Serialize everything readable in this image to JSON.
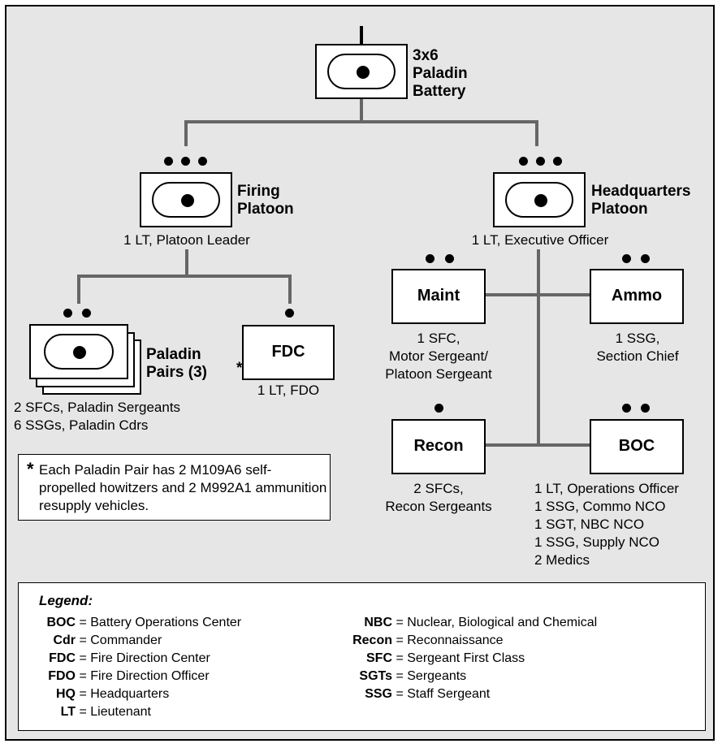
{
  "battery": {
    "label": "3x6\nPaladin\nBattery"
  },
  "firing_platoon": {
    "label": "Firing\nPlatoon",
    "leader": "1 LT, Platoon Leader"
  },
  "hq_platoon": {
    "label": "Headquarters\nPlatoon",
    "leader": "1 LT, Executive Officer"
  },
  "paladin_pairs": {
    "label": "Paladin\nPairs (3)",
    "asterisk": "*",
    "line1": "2 SFCs, Paladin Sergeants",
    "line2": "6 SSGs, Paladin Cdrs"
  },
  "fdc": {
    "label": "FDC",
    "staff": "1 LT, FDO"
  },
  "maint": {
    "label": "Maint",
    "staff": "1 SFC,\nMotor Sergeant/\nPlatoon Sergeant"
  },
  "ammo": {
    "label": "Ammo",
    "staff": "1 SSG,\nSection Chief"
  },
  "recon": {
    "label": "Recon",
    "staff": "2 SFCs,\nRecon Sergeants"
  },
  "boc": {
    "label": "BOC",
    "staff": "1 LT, Operations Officer\n1 SSG, Commo NCO\n1 SGT, NBC NCO\n1 SSG, Supply NCO\n2 Medics"
  },
  "note": {
    "star": "*",
    "text": "Each Paladin Pair has 2 M109A6 self-propelled howitzers and 2 M992A1 ammunition resupply vehicles."
  },
  "legend": {
    "title": "Legend:",
    "left": [
      {
        "abbr": "BOC",
        "def": "= Battery Operations Center"
      },
      {
        "abbr": "Cdr",
        "def": "= Commander"
      },
      {
        "abbr": "FDC",
        "def": "= Fire Direction Center"
      },
      {
        "abbr": "FDO",
        "def": "= Fire Direction Officer"
      },
      {
        "abbr": "HQ",
        "def": "= Headquarters"
      },
      {
        "abbr": "LT",
        "def": "= Lieutenant"
      }
    ],
    "right": [
      {
        "abbr": "NBC",
        "def": "= Nuclear, Biological and Chemical"
      },
      {
        "abbr": "Recon",
        "def": "= Reconnaissance"
      },
      {
        "abbr": "SFC",
        "def": "= Sergeant First Class"
      },
      {
        "abbr": "SGTs",
        "def": "= Sergeants"
      },
      {
        "abbr": "SSG",
        "def": "= Staff Sergeant"
      }
    ]
  }
}
